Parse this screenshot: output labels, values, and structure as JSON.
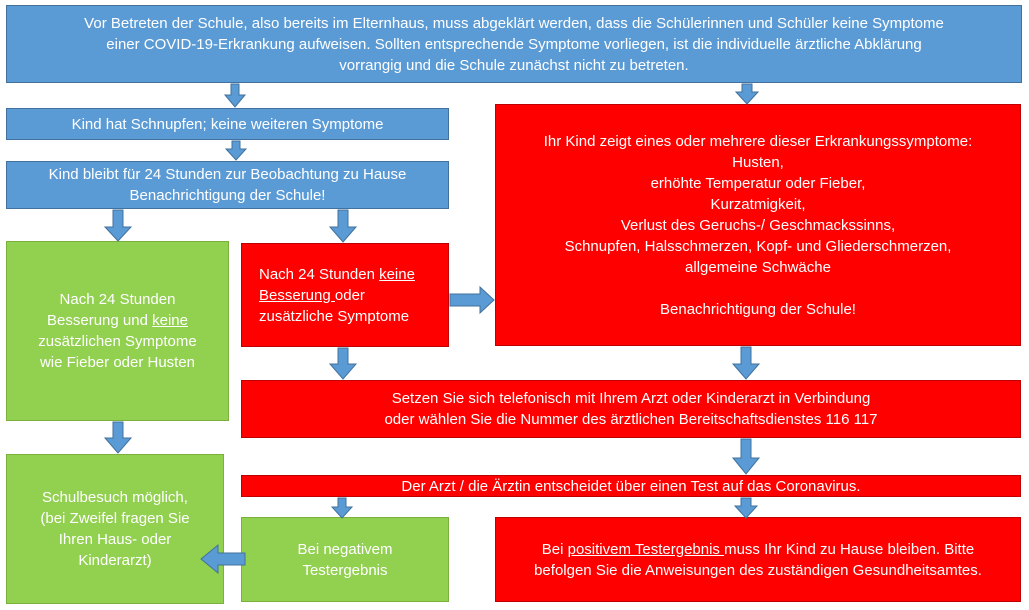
{
  "colors": {
    "blue": "#5b9bd5",
    "red": "#ff0000",
    "green": "#92d050",
    "arrow": "#5b9bd5"
  },
  "top_box": {
    "line1": "Vor Betreten der Schule, also bereits im Elternhaus, muss abgeklärt werden, dass die Schülerinnen und Schüler keine Symptome",
    "line2": "einer COVID-19-Erkrankung aufweisen. Sollten entsprechende Symptome vorliegen, ist die individuelle ärztliche Abklärung",
    "line3": "vorrangig und die Schule zunächst nicht zu betreten."
  },
  "schnupfen_box": {
    "text": "Kind hat Schnupfen; keine weiteren Symptome"
  },
  "home_box": {
    "line1": "Kind bleibt für 24 Stunden zur Beobachtung zu Hause",
    "line2": "Benachrichtigung der Schule!"
  },
  "symptoms_box": {
    "intro": "Ihr Kind zeigt eines oder mehrere dieser  Erkrankungssymptome:",
    "symptoms": [
      "Husten,",
      "erhöhte Temperatur oder Fieber,",
      "Kurzatmigkeit,",
      "Verlust des Geruchs-/ Geschmackssinns,",
      "Schnupfen, Halsschmerzen, Kopf- und Gliederschmerzen,",
      "allgemeine Schwäche"
    ],
    "notify": "Benachrichtigung der Schule!"
  },
  "improvement_box": {
    "line1": "Nach 24 Stunden",
    "line2_pre": "Besserung und ",
    "line2_u": "keine",
    "line3": "zusätzlichen Symptome",
    "line4": "wie Fieber oder Husten"
  },
  "no_improvement_box": {
    "line1_pre": "Nach 24 Stunden ",
    "line1_u": "keine",
    "line2_u": "Besserung ",
    "line2_post": "oder",
    "line3": "zusätzliche Symptome"
  },
  "doctor_box": {
    "line1": "Setzen Sie sich telefonisch mit Ihrem Arzt oder Kinderarzt in Verbindung",
    "line2": "oder wählen Sie die Nummer des ärztlichen Bereitschaftsdienstes 116 117"
  },
  "test_box": {
    "text": "Der Arzt / die Ärztin entscheidet über einen Test auf das Coronavirus."
  },
  "school_box": {
    "line1": "Schulbesuch möglich,",
    "line2": "(bei Zweifel fragen Sie",
    "line3": "Ihren Haus- oder",
    "line4": "Kinderarzt)"
  },
  "negative_box": {
    "line1": "Bei negativem",
    "line2": "Testergebnis"
  },
  "positive_box": {
    "line1_pre": "Bei ",
    "line1_u": "positivem Testergebnis ",
    "line1_post": "muss Ihr Kind zu Hause bleiben. Bitte",
    "line2": "befolgen Sie die Anweisungen des zuständigen Gesundheitsamtes."
  }
}
